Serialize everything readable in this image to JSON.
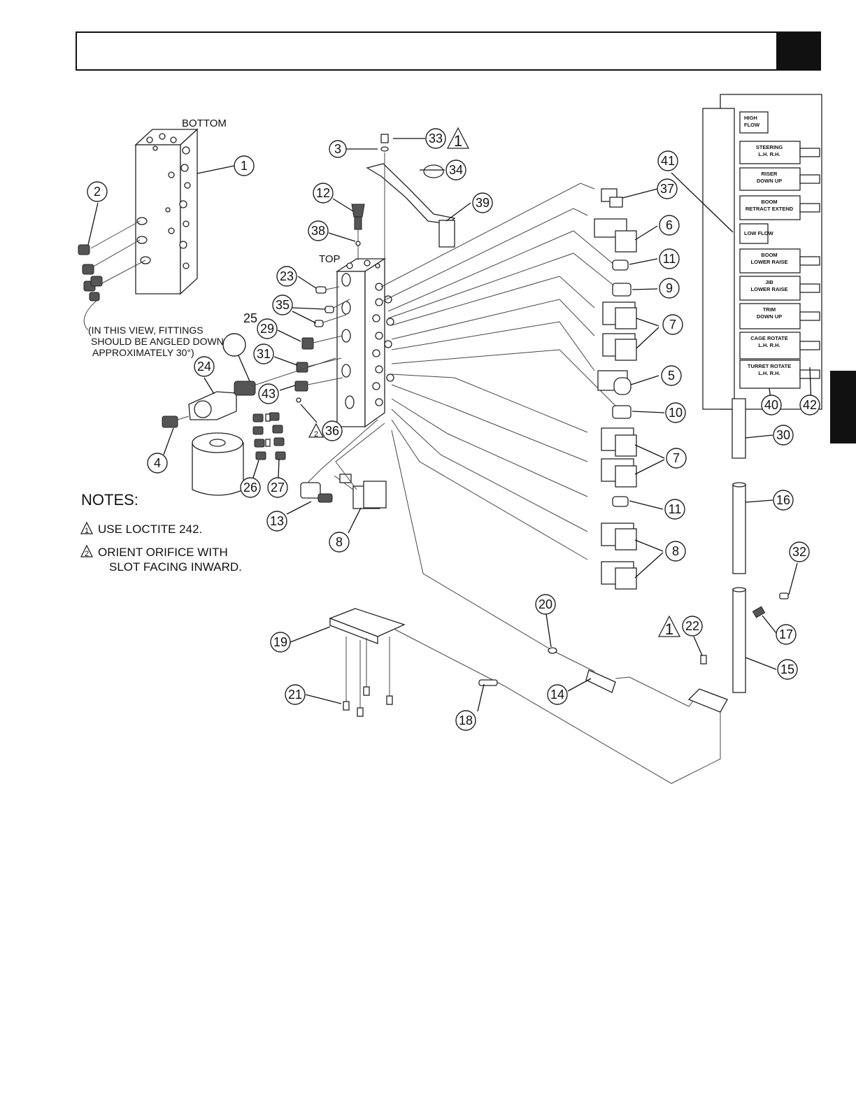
{
  "header": {
    "title": ""
  },
  "view_labels": {
    "bottom": "BOTTOM",
    "top": "TOP",
    "plain_25": "25"
  },
  "fitting_note": [
    "(IN THIS VIEW, FITTINGS",
    "SHOULD BE ANGLED DOWN AT",
    "APPROXIMATELY 30°)"
  ],
  "notes": {
    "heading": "NOTES:",
    "items": [
      {
        "symbol": "1",
        "text": "USE LOCTITE 242."
      },
      {
        "symbol": "2",
        "text": "ORIENT ORIFICE WITH"
      },
      {
        "symbol": "",
        "text": "SLOT FACING INWARD."
      }
    ]
  },
  "control_panel": {
    "functions": [
      {
        "top": "HIGH",
        "bottom": "FLOW"
      },
      {
        "top": "STEERING",
        "bottom": "L.H.     R.H."
      },
      {
        "top": "RISER",
        "bottom": "DOWN        UP"
      },
      {
        "top": "BOOM",
        "bottom": "RETRACT  EXTEND"
      },
      {
        "top": "",
        "bottom": "LOW FLOW"
      },
      {
        "top": "BOOM",
        "bottom": "LOWER   RAISE"
      },
      {
        "top": "JIB",
        "bottom": "LOWER   RAISE"
      },
      {
        "top": "TRIM",
        "bottom": "DOWN       UP"
      },
      {
        "top": "CAGE ROTATE",
        "bottom": "L.H.     R.H."
      },
      {
        "top": "TURRET ROTATE",
        "bottom": "L.H.     R.H."
      }
    ]
  },
  "callouts": {
    "c1": "1",
    "c2": "2",
    "c3": "3",
    "c4": "4",
    "c5": "5",
    "c6": "6",
    "c7a": "7",
    "c7b": "7",
    "c8a": "8",
    "c8b": "8",
    "c9": "9",
    "c10": "10",
    "c11a": "11",
    "c11b": "11",
    "c12": "12",
    "c13": "13",
    "c14": "14",
    "c15": "15",
    "c16": "16",
    "c17": "17",
    "c18": "18",
    "c19": "19",
    "c20": "20",
    "c21": "21",
    "c22": "22",
    "c23": "23",
    "c24": "24",
    "c26": "26",
    "c27": "27",
    "c29": "29",
    "c30": "30",
    "c31": "31",
    "c32": "32",
    "c33": "33",
    "c34": "34",
    "c35": "35",
    "c36": "36",
    "c37": "37",
    "c38": "38",
    "c39": "39",
    "c40": "40",
    "c41": "41",
    "c42": "42",
    "c43": "43",
    "cblank": ""
  },
  "warning_symbols": {
    "t1": "1",
    "t2": "1",
    "t3": "2"
  }
}
